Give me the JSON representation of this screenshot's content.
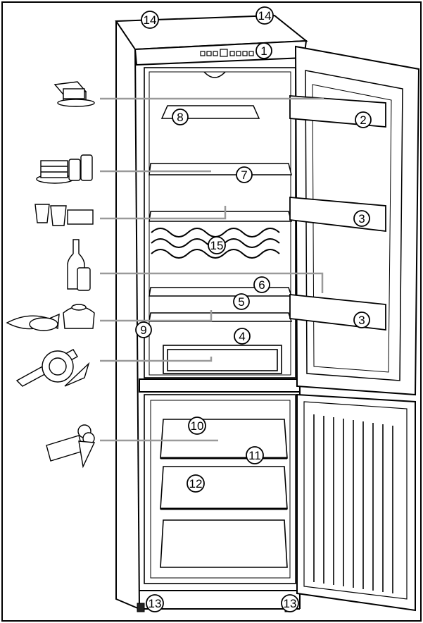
{
  "callouts": {
    "c1": "1",
    "c2": "2",
    "c3a": "3",
    "c3b": "3",
    "c4": "4",
    "c5": "5",
    "c6": "6",
    "c7": "7",
    "c8": "8",
    "c9": "9",
    "c10": "10",
    "c11": "11",
    "c12": "12",
    "c13a": "13",
    "c13b": "13",
    "c14a": "14",
    "c14b": "14",
    "c15": "15"
  },
  "food_icons": [
    "butter-cheese-icon",
    "cake-and-jars-icon",
    "yogurt-pots-icon",
    "bottle-and-cans-icon",
    "fish-meat-pot-icon",
    "vegetables-icon",
    "ice-cream-icon"
  ],
  "colors": {
    "line": "#000000",
    "leader": "#9a9a9a",
    "background": "#ffffff"
  }
}
